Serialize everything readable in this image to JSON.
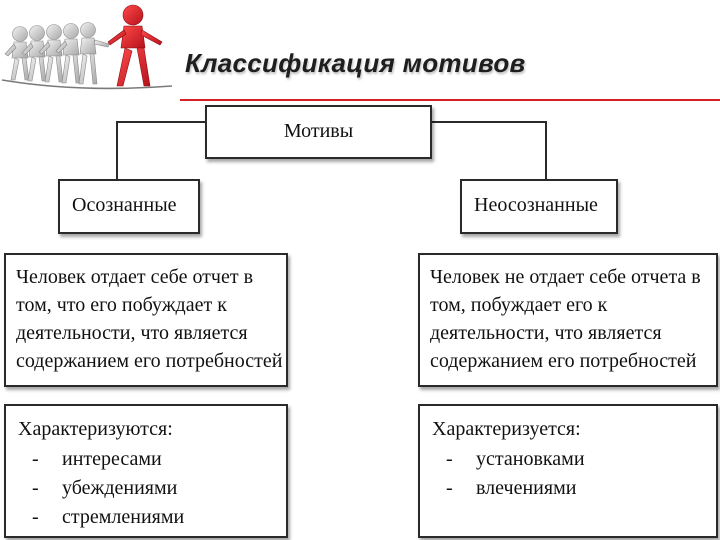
{
  "header": {
    "title": "Классификация мотивов",
    "accent_color": "#d92027",
    "illustration": "red-figure-leading-gray-figures-on-tightrope"
  },
  "diagram": {
    "root": {
      "label": "Мотивы"
    },
    "branches": [
      {
        "label": "Осознанные",
        "description": [
          "Человек отдает себе отчет в",
          "том, что его побуждает к",
          "деятельности, что является",
          "содержанием его потребностей"
        ],
        "characteristics_header": "Характеризуются:",
        "characteristics": [
          {
            "marker": "-",
            "text": "интересами"
          },
          {
            "marker": "-",
            "text": "убеждениями"
          },
          {
            "marker": "-",
            "text": "стремлениями"
          }
        ]
      },
      {
        "label": "Неосознанные",
        "description": [
          "Человек не отдает себе отчета в",
          "том, побуждает его к",
          "деятельности, что является",
          "содержанием его потребностей"
        ],
        "characteristics_header": "Характеризуется:",
        "characteristics": [
          {
            "marker": "-",
            "text": "установками"
          },
          {
            "marker": "-",
            "text": "влечениями"
          }
        ]
      }
    ]
  }
}
